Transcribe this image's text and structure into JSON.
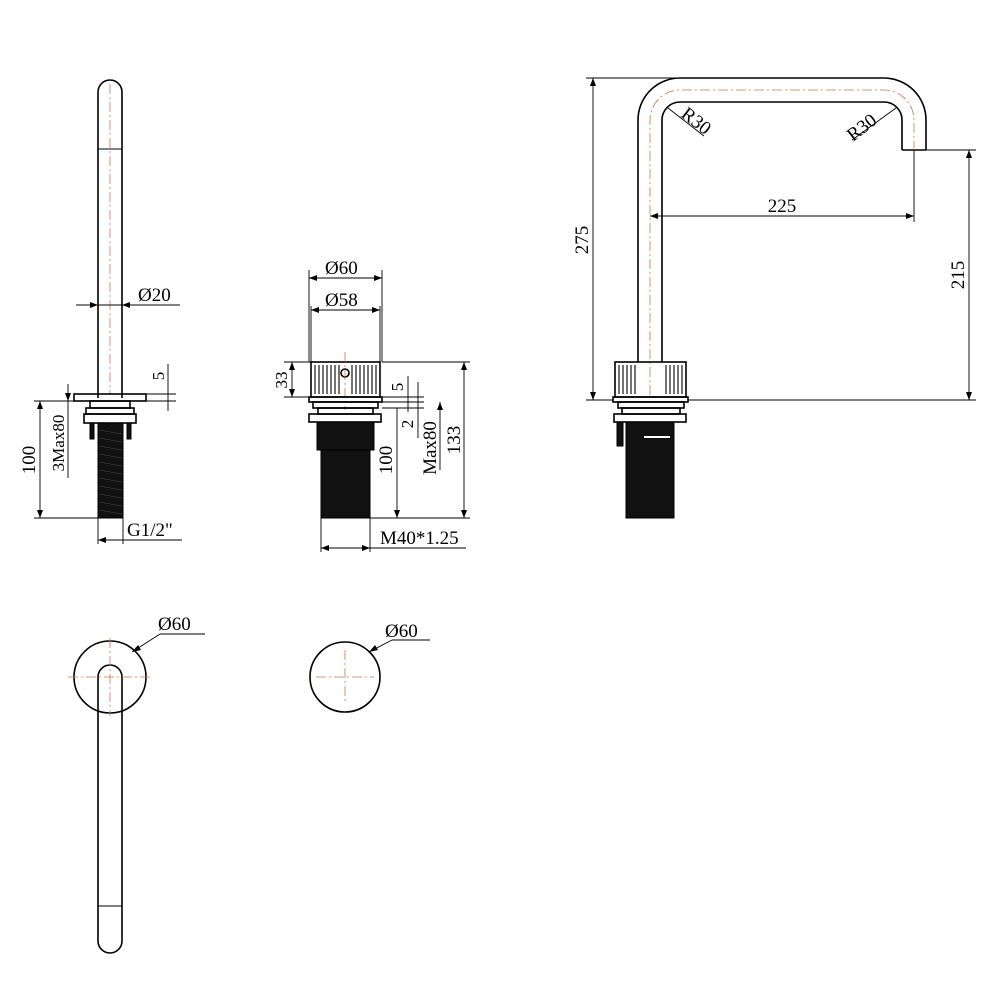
{
  "dimensions": {
    "front_spout_diameter": "Ø20",
    "front_plate_thickness": "5",
    "front_max_deck": "3Max80",
    "front_shank_length": "100",
    "front_thread": "G1/2\"",
    "handle_outer_diameter": "Ø60",
    "handle_inner_diameter": "Ø58",
    "handle_height": "33",
    "handle_plate": "5",
    "handle_gap": "2",
    "handle_shank": "100",
    "handle_max_deck": "Max80",
    "handle_total": "133",
    "handle_thread": "M40*1.25",
    "side_radius_left": "R30",
    "side_radius_right": "R30",
    "side_reach": "225",
    "side_total_height": "275",
    "side_outlet_height": "215",
    "top_spout_diameter": "Ø60",
    "top_handle_diameter": "Ø60"
  }
}
